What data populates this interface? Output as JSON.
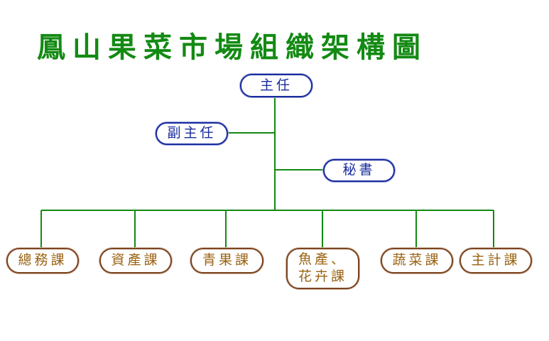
{
  "title": "鳳山果菜市場組織架構圖",
  "top_nodes": {
    "director": "主任",
    "deputy_director": "副主任",
    "secretary": "秘書"
  },
  "sections": [
    {
      "id": "general-affairs",
      "lines": [
        "總務課"
      ]
    },
    {
      "id": "assets",
      "lines": [
        "資產課"
      ]
    },
    {
      "id": "fruit",
      "lines": [
        "青果課"
      ]
    },
    {
      "id": "seafood-flower",
      "lines": [
        "魚產、",
        "花卉課"
      ]
    },
    {
      "id": "vegetable",
      "lines": [
        "蔬菜課"
      ]
    },
    {
      "id": "accounting",
      "lines": [
        "主計課"
      ]
    }
  ],
  "colors": {
    "title": "#138a13",
    "connector": "#138a13",
    "top_node": "#1a2c9c",
    "section_border": "#7b4420",
    "section_text": "#9a6212"
  }
}
